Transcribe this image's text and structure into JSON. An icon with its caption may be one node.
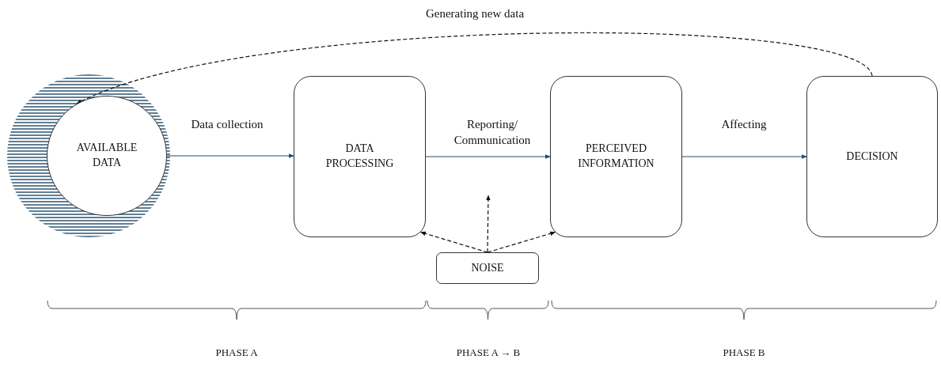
{
  "diagram": {
    "nodes": [
      {
        "text": [
          "AVAILABLE DATA"
        ]
      },
      {
        "text": [
          "DATA PROCESSING"
        ]
      },
      {
        "text": [
          "PERCEIVED INFORMATION"
        ]
      },
      {
        "text": [
          "DECISION"
        ]
      },
      {
        "text": [
          "NOISE"
        ]
      }
    ],
    "edges": [
      {
        "from": 0,
        "to": 1,
        "arrow": "to",
        "label": "Data collection",
        "color": "#1f4e6b"
      },
      {
        "from": 1,
        "to": 2,
        "arrow": "to",
        "label": "Reporting/ Communication",
        "color": "#1f4e6b"
      },
      {
        "from": 2,
        "to": 3,
        "arrow": "to",
        "label": "Affecting",
        "color": "#1f4e6b"
      },
      {
        "from": 3,
        "to": 0,
        "arrow": "to",
        "label": "Generating new data",
        "style": "dashed"
      },
      {
        "from": 4,
        "to": 1,
        "arrow": "to",
        "style": "dashed"
      },
      {
        "from": 4,
        "to": null,
        "arrow": "to",
        "style": "dashed"
      },
      {
        "from": 4,
        "to": 2,
        "arrow": "to",
        "style": "dashed"
      }
    ],
    "labels": [
      "PHASE A",
      "PHASE A → B",
      "PHASE B"
    ]
  }
}
